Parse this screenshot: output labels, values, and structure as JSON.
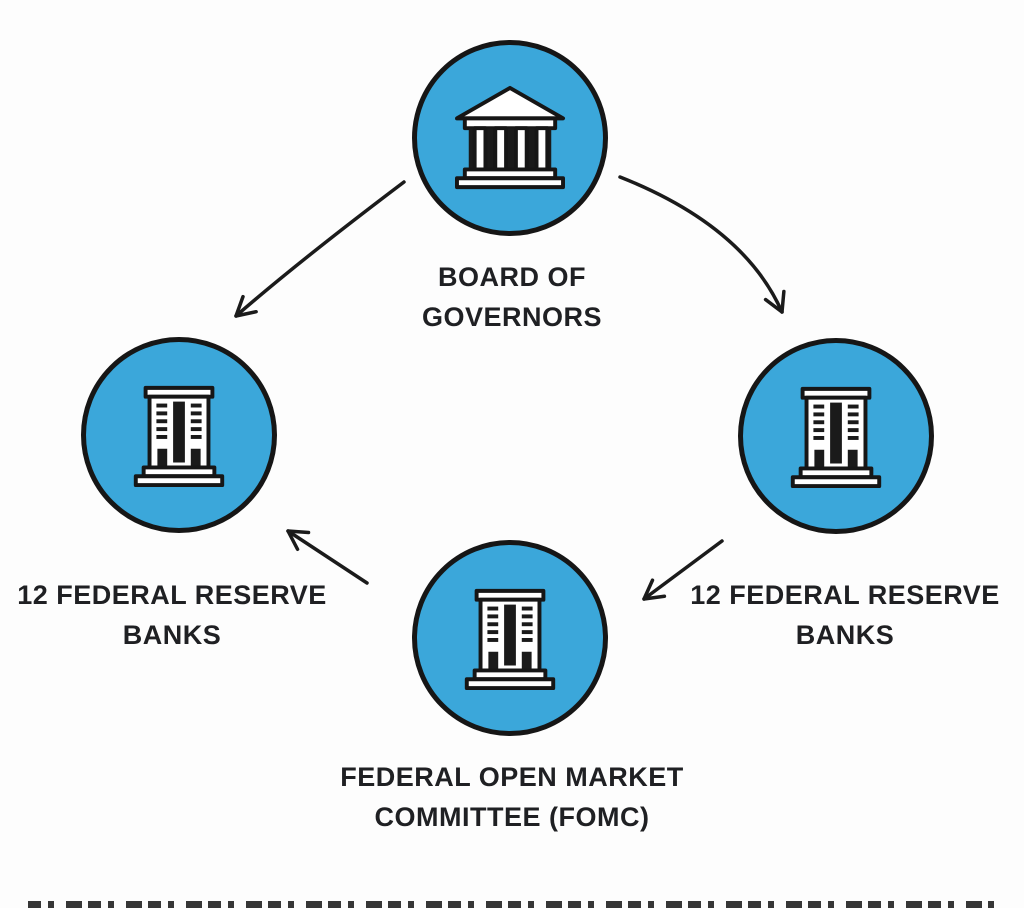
{
  "colors": {
    "background": "#fdfdfd",
    "circle_fill": "#3BA7DA",
    "circle_stroke": "#161616",
    "text": "#1f2023",
    "arrow": "#1b1b1b"
  },
  "nodes": {
    "board": {
      "label": "BOARD OF\nGOVERNORS",
      "icon": "bank-building-icon"
    },
    "left_banks": {
      "label": "12 FEDERAL RESERVE\nBANKS",
      "icon": "office-building-icon"
    },
    "right_banks": {
      "label": "12 FEDERAL RESERVE\nBANKS",
      "icon": "office-building-icon"
    },
    "fomc": {
      "label": "FEDERAL OPEN MARKET\nCOMMITTEE (FOMC)",
      "icon": "office-building-icon"
    }
  },
  "edges": [
    {
      "from": "board",
      "to": "left_banks"
    },
    {
      "from": "board",
      "to": "right_banks"
    },
    {
      "from": "right_banks",
      "to": "fomc"
    },
    {
      "from": "fomc",
      "to": "left_banks"
    }
  ]
}
